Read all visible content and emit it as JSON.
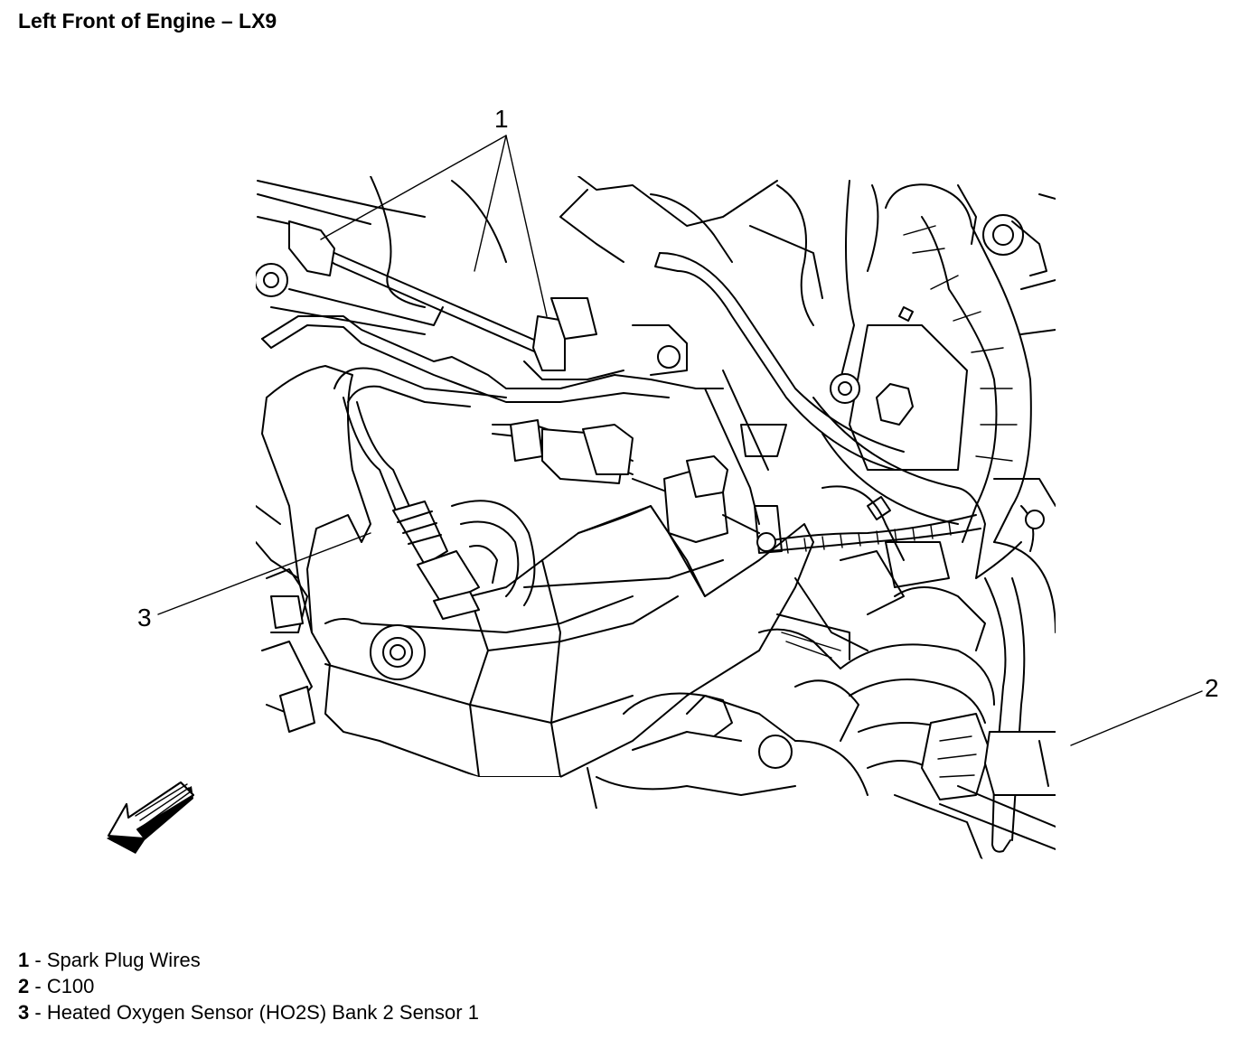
{
  "title": "Left Front of Engine – LX9",
  "callouts": [
    {
      "number": "1",
      "label": "Spark Plug Wires"
    },
    {
      "number": "2",
      "label": "C100"
    },
    {
      "number": "3",
      "label": "Heated Oxygen Sensor (HO2S) Bank 2 Sensor 1"
    }
  ],
  "legend_separator": " - ",
  "icons": {
    "direction_arrow": "forward-direction-arrow-icon"
  }
}
